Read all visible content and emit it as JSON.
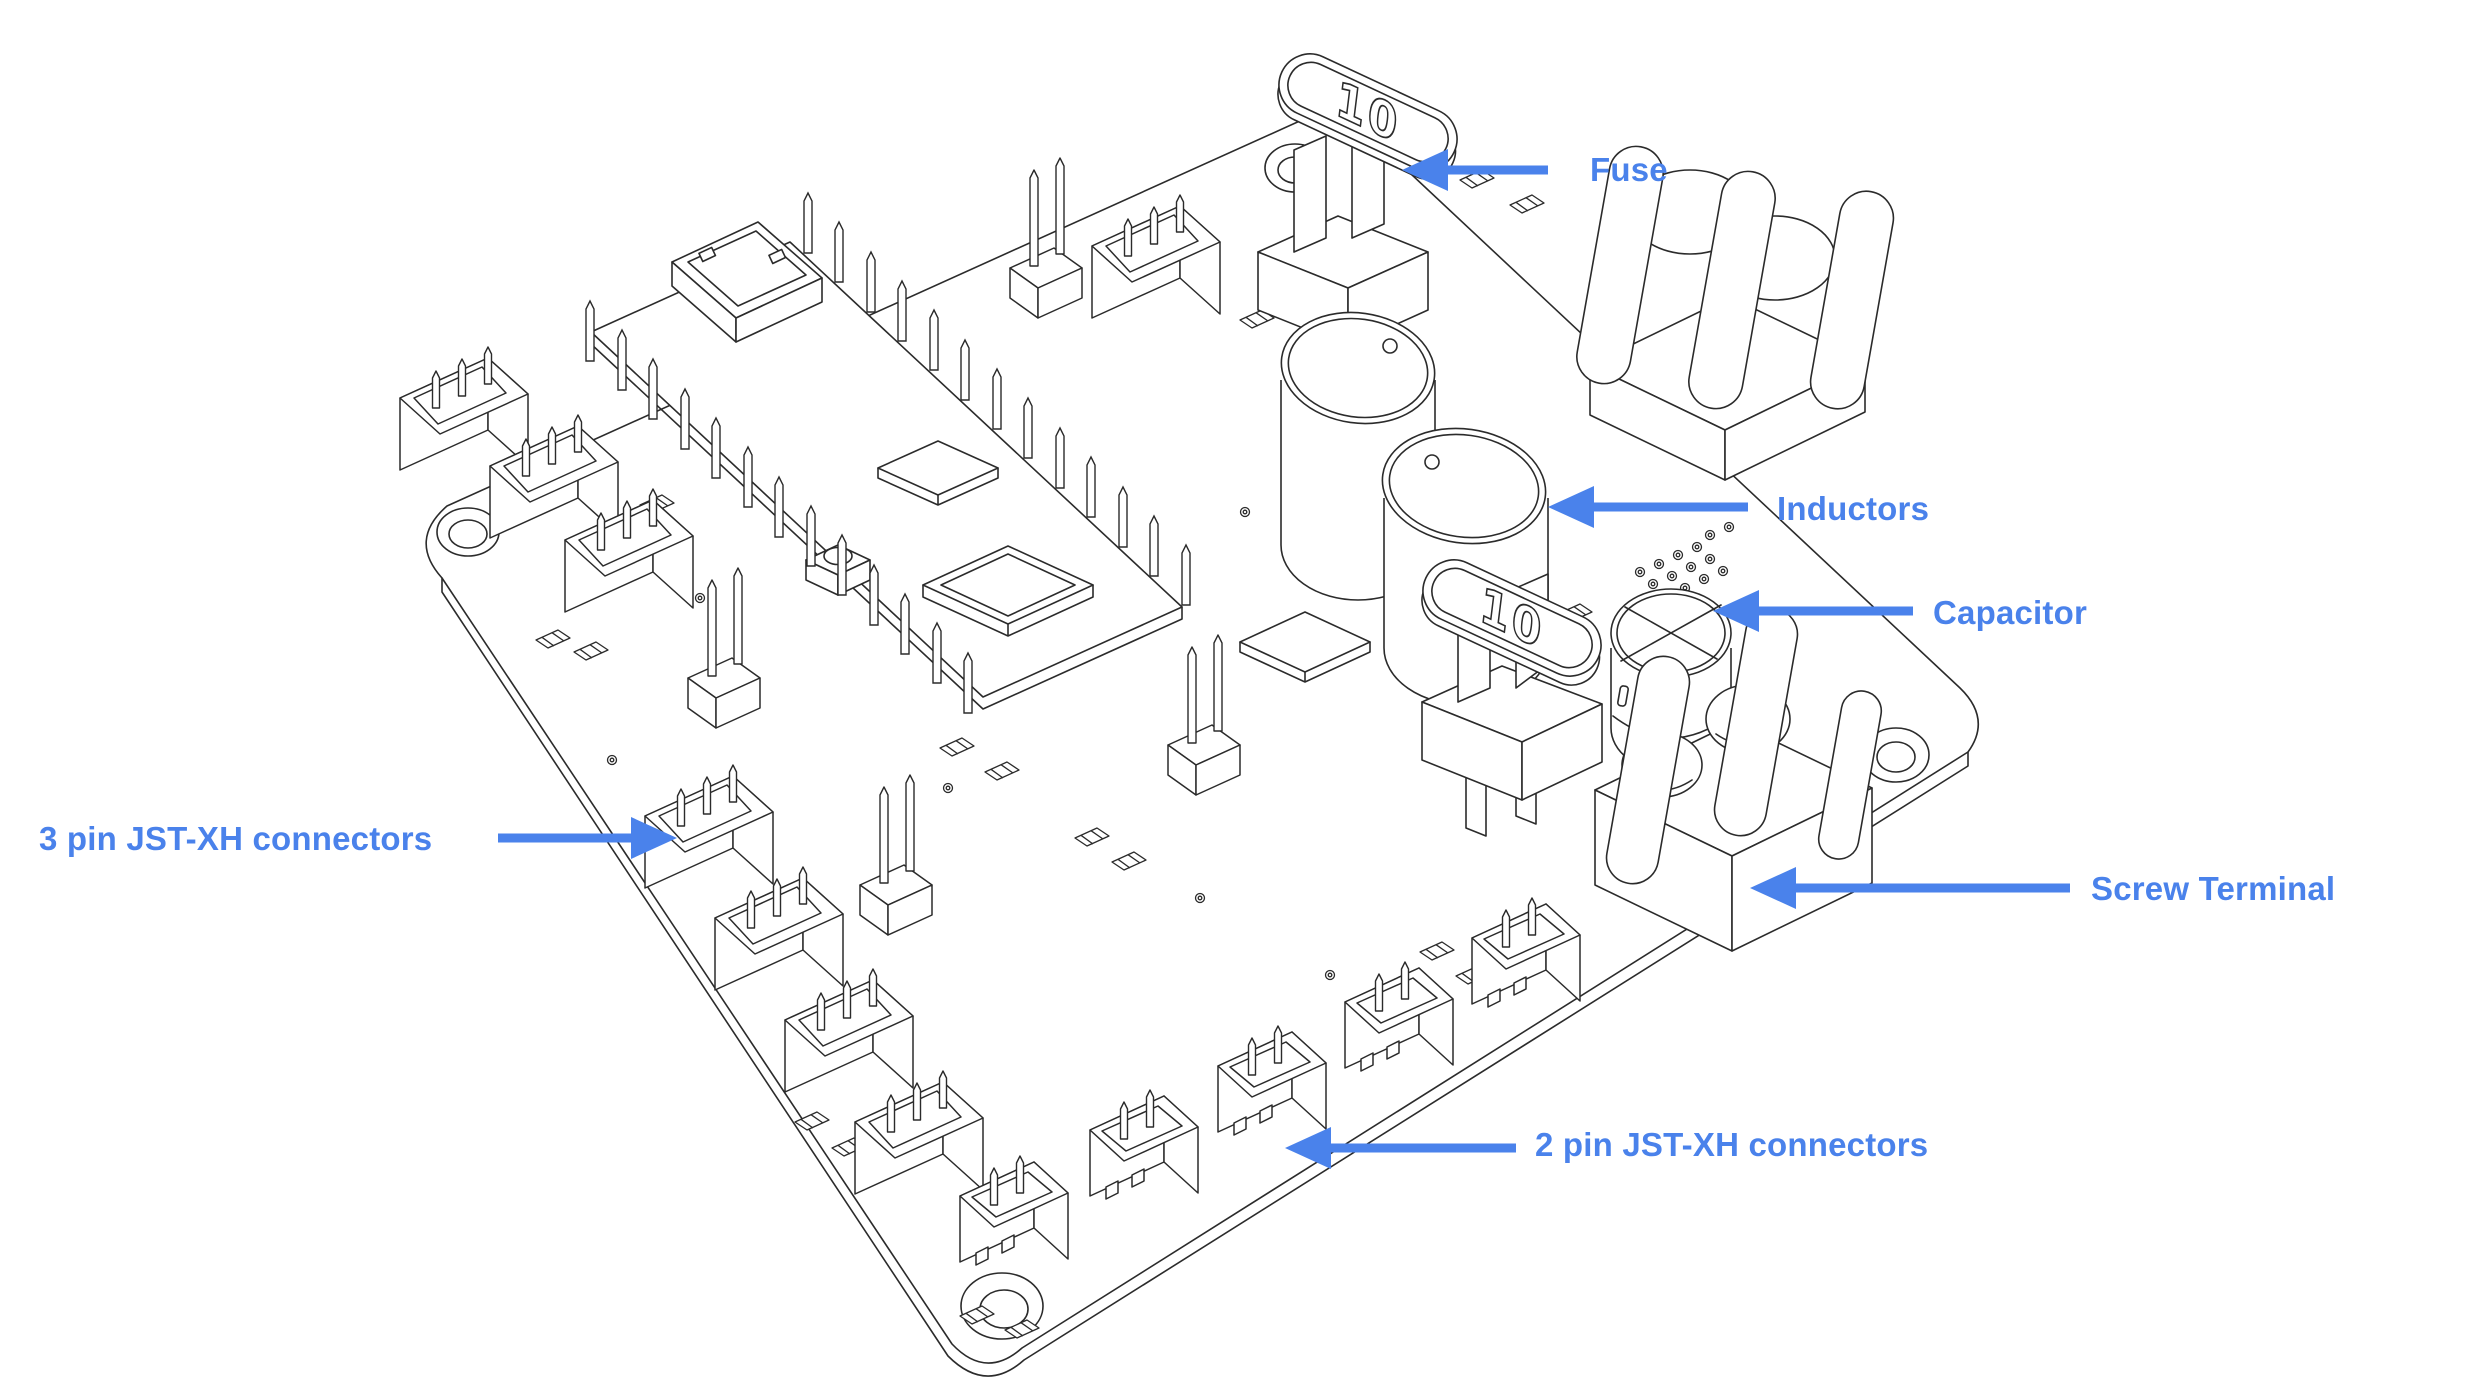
{
  "diagram": {
    "kind": "annotated isometric PCB line drawing",
    "background_color": "#ffffff",
    "line_color": "#2b2b2b",
    "accent_color": "#4a82eb",
    "annotations": {
      "fuse": {
        "label": "Fuse",
        "arrow_direction": "left"
      },
      "inductors": {
        "label": "Inductors",
        "arrow_direction": "left"
      },
      "capacitor": {
        "label": "Capacitor",
        "arrow_direction": "left"
      },
      "screw_terminal": {
        "label": "Screw Terminal",
        "arrow_direction": "left"
      },
      "jst3": {
        "label": "3 pin JST-XH connectors",
        "arrow_direction": "right"
      },
      "jst2": {
        "label": "2 pin JST-XH connectors",
        "arrow_direction": "left"
      }
    },
    "components": {
      "fuse_rating": "10"
    }
  }
}
